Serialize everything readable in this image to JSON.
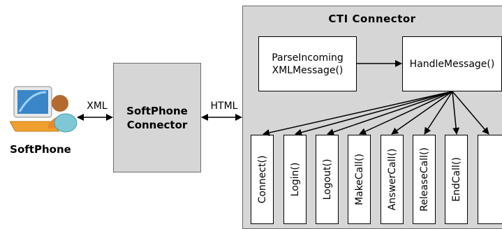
{
  "softphone": {
    "label": "SoftPhone"
  },
  "links": {
    "xml": "XML",
    "html": "HTML"
  },
  "softphone_connector": {
    "line1": "SoftPhone",
    "line2": "Connector"
  },
  "cti_connector": {
    "title": "CTI Connector",
    "parse_box": {
      "line1": "ParseIncoming",
      "line2": "XMLMessage()"
    },
    "handle_box": {
      "label": "HandleMessage()"
    },
    "methods": [
      "Connect()",
      "Login()",
      "Logout()",
      "MakeCall()",
      "AnswerCall()",
      "ReleaseCall()",
      "EndCall()",
      ""
    ]
  }
}
